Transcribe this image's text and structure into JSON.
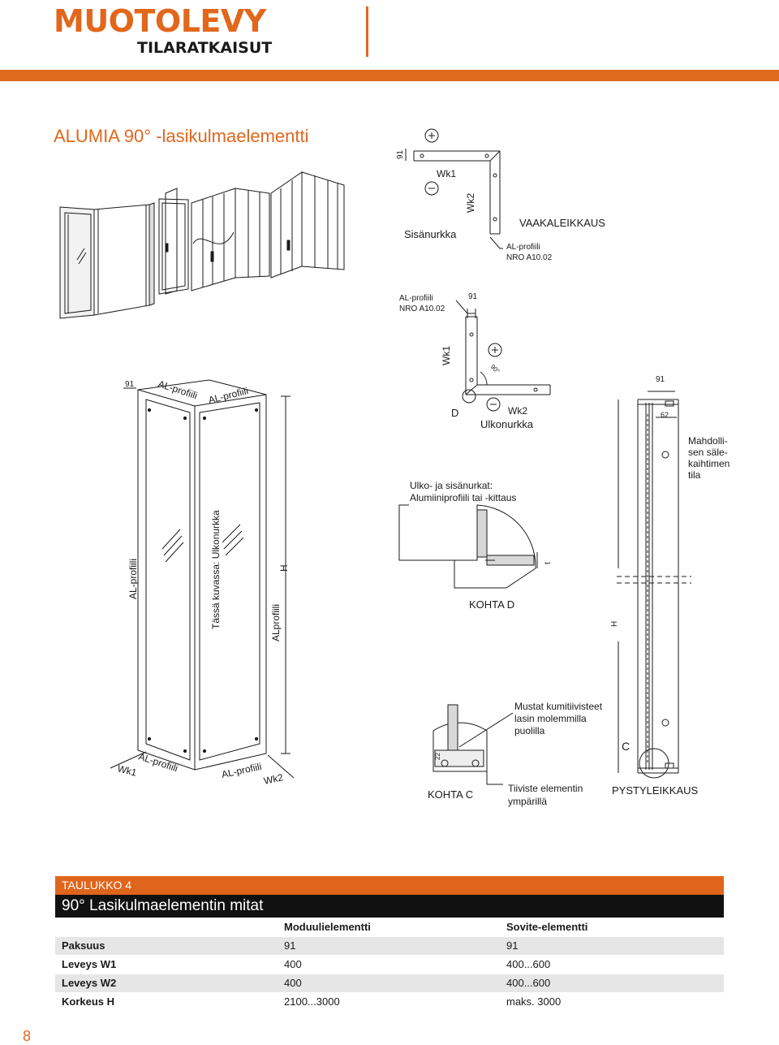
{
  "brand": {
    "name": "MUOTOLEVY",
    "sub": "TILARATKAISUT",
    "color": "#e2671c"
  },
  "title": "ALUMIA 90° -lasikulmaelementti",
  "labels": {
    "plus": "+",
    "minus": "–",
    "dim_91": "91",
    "dim_62": "62",
    "angle_90": "90°",
    "wk1": "Wk1",
    "wk2": "Wk2",
    "sisanurkka": "Sisänurkka",
    "vaakaleikkaus": "VAAKALEIKKAUS",
    "al_nro_1": "AL-profiili",
    "al_nro_2": "NRO A10.02",
    "d": "D",
    "ulkonurkka": "Ulkonurkka",
    "kitt_1": "Ulko- ja sisänurkat:",
    "kitt_2": "Alumiiniprofiili tai -kittaus",
    "kohta_d": "KOHTA D",
    "t": "t",
    "sale_1": "Mahdolli-",
    "sale_2": "sen säle-",
    "sale_3": "kaihtimen",
    "sale_4": "tila",
    "h": "H",
    "al_profiili": "AL-profiili",
    "al_profiili_b": "ALprofiili",
    "ulkonurkka_note": "Tässä kuvassa: Ulkonurkka",
    "tiivisteet_1": "Mustat kumitiivisteet",
    "tiivisteet_2": "lasin molemmilla",
    "tiivisteet_3": "puolilla",
    "c": "C",
    "kohta_c": "KOHTA C",
    "tiiviste_1": "Tiiviste elementin",
    "tiiviste_2": "ympärillä",
    "pystyleikkaus": "PYSTYLEIKKAUS",
    "dim_22": "22"
  },
  "table": {
    "label": "TAULUKKO 4",
    "caption": "90° Lasikulmaelementin mitat",
    "headers": [
      "",
      "Moduulielementti",
      "Sovite-elementti"
    ],
    "rows": [
      [
        "Paksuus",
        "91",
        "91"
      ],
      [
        "Leveys W1",
        "400",
        "400...600"
      ],
      [
        "Leveys W2",
        "400",
        "400...600"
      ],
      [
        "Korkeus H",
        "2100...3000",
        "maks. 3000"
      ]
    ]
  },
  "page_number": "8"
}
